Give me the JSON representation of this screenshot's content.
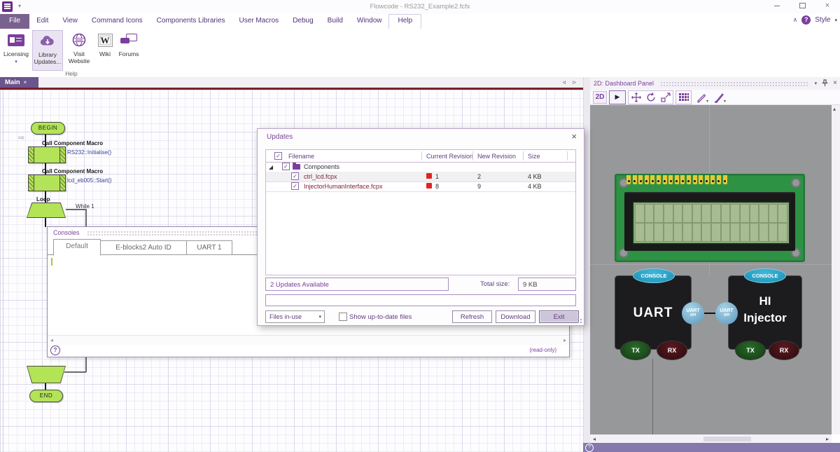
{
  "window": {
    "title": "Flowcode - RS232_Example2.fcfx"
  },
  "menu": {
    "items": [
      "File",
      "Edit",
      "View",
      "Command Icons",
      "Components Libraries",
      "User Macros",
      "Debug",
      "Build",
      "Window",
      "Help"
    ],
    "style_label": "Style"
  },
  "ribbon": {
    "group_label": "Help",
    "licensing_label": "Licensing",
    "library_line1": "Library",
    "library_line2": "Updates...",
    "visit_line1": "Visit",
    "visit_line2": "Website",
    "wiki_label": "Wiki",
    "wiki_letter": "W",
    "forums_label": "Forums"
  },
  "doc_tabs": {
    "main": "Main",
    "close": "×"
  },
  "flowchart": {
    "begin": "BEGIN",
    "end": "END",
    "calls": [
      {
        "title": "Call Component Macro",
        "text": "RS232::Initialise()"
      },
      {
        "title": "Call Component Macro",
        "text": "lcd_eb005::Start()"
      }
    ],
    "loop_label": "Loop",
    "loop_condition": "While 1"
  },
  "consoles": {
    "title": "Consoles",
    "tabs": [
      "Default",
      "E-blocks2 Auto ID",
      "UART 1"
    ],
    "active_tab": "Default",
    "readonly": "(read-only)",
    "help": "?"
  },
  "updates": {
    "title": "Updates",
    "close": "×",
    "col_filename": "Filename",
    "col_current": "Current Revision",
    "col_new": "New Revision",
    "col_size": "Size",
    "group": "Components",
    "rows": [
      {
        "filename": "ctrl_lcd.fcpx",
        "current": "1",
        "new": "2",
        "size": "4 KB"
      },
      {
        "filename": "InjectorHumanInterface.fcpx",
        "current": "8",
        "new": "9",
        "size": "4 KB"
      }
    ],
    "status": "2 Updates Available",
    "total_label": "Total size:",
    "total_value": "9 KB",
    "filter": "Files in-use",
    "show_label": "Show up-to-date files",
    "refresh": "Refresh",
    "download": "Download",
    "exit": "Exit",
    "check_glyph": "✓"
  },
  "dashboard": {
    "title": "2D: Dashboard Panel",
    "tool_2d": "2D",
    "lcd": {
      "pins": 17,
      "cols": 16,
      "rows": 2
    },
    "uart": {
      "name": "UART",
      "console": "CONSOLE",
      "tx": "TX",
      "rx": "RX",
      "api_line1": "UART",
      "api_line2": "API"
    },
    "injector": {
      "name_line1": "HI",
      "name_line2": "Injector",
      "console": "CONSOLE",
      "tx": "TX",
      "rx": "RX",
      "api_line1": "UART",
      "api_line2": "API"
    },
    "help": "?"
  },
  "colors": {
    "accent_purple": "#7a3f9d",
    "tab_purple": "#6c548e",
    "maroon_bar": "#7b2125",
    "flow_green": "#b3e356",
    "status_red": "#e02424",
    "console_cyan": "#2aa7cc",
    "canvas_gray": "#97989a",
    "pcb_green": "#2e9244",
    "bar_purple": "#8478ad"
  }
}
